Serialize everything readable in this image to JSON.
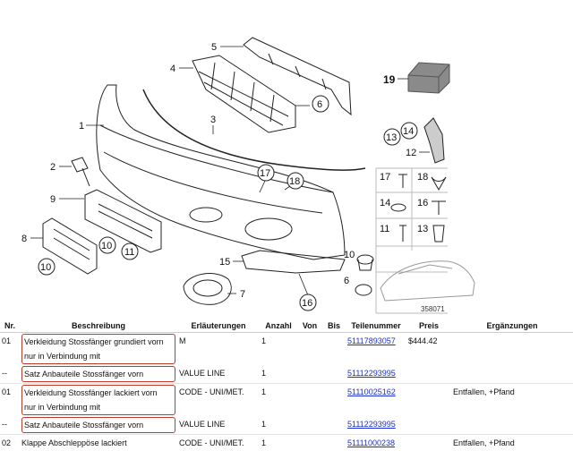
{
  "diagram": {
    "callouts": [
      "1",
      "2",
      "3",
      "4",
      "5",
      "6",
      "7",
      "8",
      "9",
      "10",
      "11",
      "12",
      "13",
      "14",
      "15",
      "16",
      "17",
      "18"
    ],
    "highlight": "19",
    "image_id": "358071",
    "grid_labels": [
      "17",
      "18",
      "14",
      "16",
      "11",
      "13",
      "10",
      "6"
    ]
  },
  "table": {
    "headers": {
      "nr": "Nr.",
      "beschreibung": "Beschreibung",
      "erlaeuterungen": "Erläuterungen",
      "anzahl": "Anzahl",
      "von": "Von",
      "bis": "Bis",
      "teilenummer": "Teilenummer",
      "preis": "Preis",
      "ergaenzungen": "Ergänzungen"
    },
    "rows": [
      {
        "nr": "01",
        "desc": "Verkleidung Stossfänger grundiert vorn",
        "desc2": "nur in Verbindung mit",
        "erl": "M",
        "anz": "1",
        "part": "51117893057",
        "preis": "$444.42",
        "erg": ""
      },
      {
        "nr": "--",
        "desc": "Satz Anbauteile Stossfänger vorn",
        "desc2": "",
        "erl": "VALUE LINE",
        "anz": "1",
        "part": "51112293995",
        "preis": "",
        "erg": ""
      },
      {
        "nr": "01",
        "desc": "Verkleidung Stossfänger lackiert vorn",
        "desc2": "nur in Verbindung mit",
        "erl": "CODE - UNI/MET.",
        "anz": "1",
        "part": "51110025162",
        "preis": "",
        "erg": "Entfallen, +Pfand"
      },
      {
        "nr": "--",
        "desc": "Satz Anbauteile Stossfänger vorn",
        "desc2": "",
        "erl": "VALUE LINE",
        "anz": "1",
        "part": "51112293995",
        "preis": "",
        "erg": ""
      },
      {
        "nr": "02",
        "desc": "Klappe Abschleppöse lackiert",
        "desc2": "",
        "erl": "CODE - UNI/MET.",
        "anz": "1",
        "part": "51111000238",
        "preis": "",
        "erg": "Entfallen, +Pfand"
      }
    ]
  }
}
